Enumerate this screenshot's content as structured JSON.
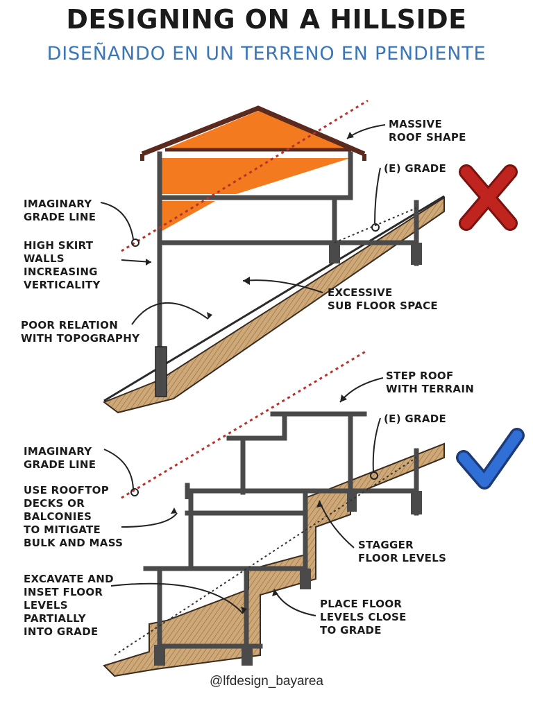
{
  "header": {
    "title": "DESIGNING ON A HILLSIDE",
    "subtitle": "DISEÑANDO EN UN TERRENO EN PENDIENTE"
  },
  "top_diagram": {
    "verdict_icon": "red-x-icon",
    "labels": {
      "massive_roof": "MASSIVE\nROOF SHAPE",
      "grade": "(E) GRADE",
      "imaginary_grade": "IMAGINARY\nGRADE LINE",
      "high_skirt": "HIGH SKIRT\nWALLS\nINCREASING\nVERTICALITY",
      "excessive_sub": "EXCESSIVE\nSUB FLOOR SPACE",
      "poor_relation": "POOR RELATION\nWITH TOPOGRAPHY"
    }
  },
  "bottom_diagram": {
    "verdict_icon": "blue-check-icon",
    "labels": {
      "step_roof": "STEP ROOF\nWITH TERRAIN",
      "grade": "(E) GRADE",
      "imaginary_grade": "IMAGINARY\nGRADE LINE",
      "rooftop_decks": "USE ROOFTOP\nDECKS OR\nBALCONIES\nTO MITIGATE\nBULK AND MASS",
      "stagger": "STAGGER\nFLOOR LEVELS",
      "excavate": "EXCAVATE AND\nINSET FLOOR\nLEVELS\nPARTIALLY\nINTO GRADE",
      "place_floor": "PLACE FLOOR\nLEVELS CLOSE\nTO GRADE"
    }
  },
  "credit": "@lfdesign_bayarea",
  "colors": {
    "roof_fill": "#f47a1f",
    "roof_outline": "#5a2a1e",
    "structure": "#4a4a4a",
    "terrain": "#c9a57a",
    "accent_blue": "#3a76b8",
    "x_red": "#c0241e",
    "check_blue": "#2f6fd6",
    "dotted_red": "#b8312b"
  }
}
